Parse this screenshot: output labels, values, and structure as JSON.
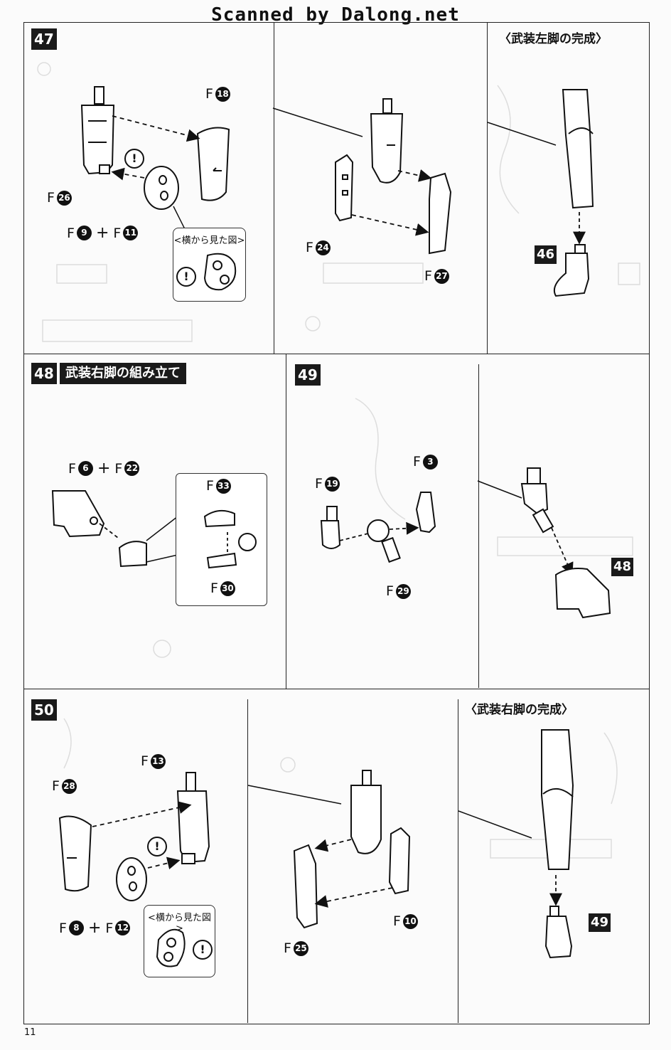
{
  "header": {
    "scan_credit": "Scanned by Dalong.net"
  },
  "page_number": "11",
  "steps": {
    "s47": {
      "number": "47",
      "completion_caption": "〈武装左脚の完成〉",
      "parts": {
        "p18": {
          "letter": "F",
          "num": "18"
        },
        "p26": {
          "letter": "F",
          "num": "26"
        },
        "p9": {
          "letter": "F",
          "num": "9"
        },
        "p11": {
          "letter": "F",
          "num": "11"
        },
        "p24": {
          "letter": "F",
          "num": "24"
        },
        "p27": {
          "letter": "F",
          "num": "27"
        }
      },
      "plus": "+",
      "side_view_label": "<横から見た図>",
      "warning_mark": "!",
      "ref_step": "46"
    },
    "s48": {
      "number": "48",
      "title": "武装右脚の組み立て",
      "parts": {
        "p6": {
          "letter": "F",
          "num": "6"
        },
        "p22": {
          "letter": "F",
          "num": "22"
        },
        "p33": {
          "letter": "F",
          "num": "33"
        },
        "p30": {
          "letter": "F",
          "num": "30"
        }
      },
      "plus": "+"
    },
    "s49": {
      "number": "49",
      "parts": {
        "p3": {
          "letter": "F",
          "num": "3"
        },
        "p19": {
          "letter": "F",
          "num": "19"
        },
        "p29": {
          "letter": "F",
          "num": "29"
        }
      },
      "ref_step": "48"
    },
    "s50": {
      "number": "50",
      "completion_caption": "〈武装右脚の完成〉",
      "parts": {
        "p13": {
          "letter": "F",
          "num": "13"
        },
        "p28": {
          "letter": "F",
          "num": "28"
        },
        "p8": {
          "letter": "F",
          "num": "8"
        },
        "p12": {
          "letter": "F",
          "num": "12"
        },
        "p10": {
          "letter": "F",
          "num": "10"
        },
        "p25": {
          "letter": "F",
          "num": "25"
        }
      },
      "plus": "+",
      "side_view_label": "<横から見た図>",
      "warning_mark": "!",
      "ref_step": "49"
    }
  }
}
